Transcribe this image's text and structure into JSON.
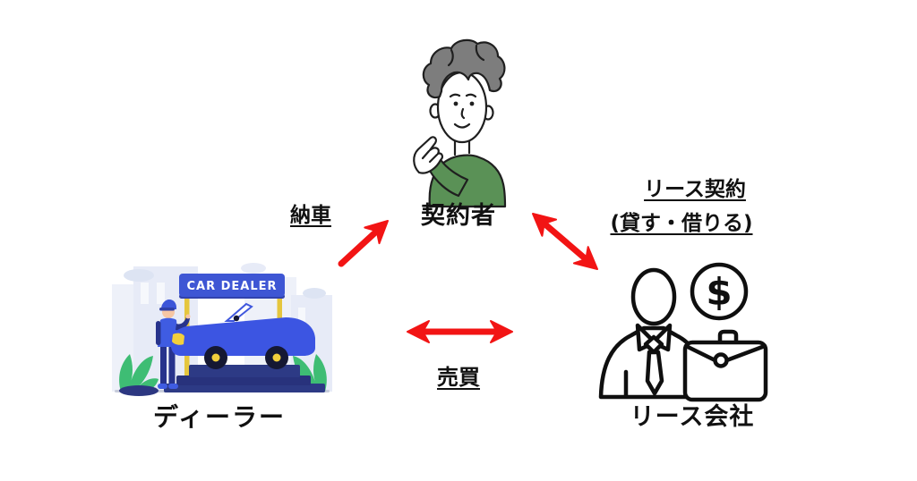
{
  "diagram": {
    "background": "#ffffff",
    "nodes": {
      "contractor": {
        "label": "契約者"
      },
      "dealer": {
        "label": "ディーラー",
        "sign_text": "CAR DEALER"
      },
      "lease_company": {
        "label": "リース会社",
        "dollar_sign": "$"
      }
    },
    "edges": {
      "delivery": {
        "label": "納車",
        "from": "dealer",
        "to": "contractor",
        "arrow": "single"
      },
      "lease": {
        "label_line1": "リース契約",
        "label_line2": "(貸す・借りる)",
        "from": "contractor",
        "to": "lease_company",
        "arrow": "double"
      },
      "trade": {
        "label": "売買",
        "from": "dealer",
        "to": "lease_company",
        "arrow": "double"
      }
    },
    "colors": {
      "arrow": "#f21414",
      "text": "#111111",
      "sweater_green": "#5a9156",
      "hair_gray": "#7d7d7d",
      "dealer_blue": "#3e56d4",
      "car_blue": "#3c55e2",
      "platform_navy": "#2d3a85",
      "post_yellow": "#e5c63e",
      "bush_green": "#3ebd74",
      "icon_outline": "#0f0f0f"
    }
  }
}
